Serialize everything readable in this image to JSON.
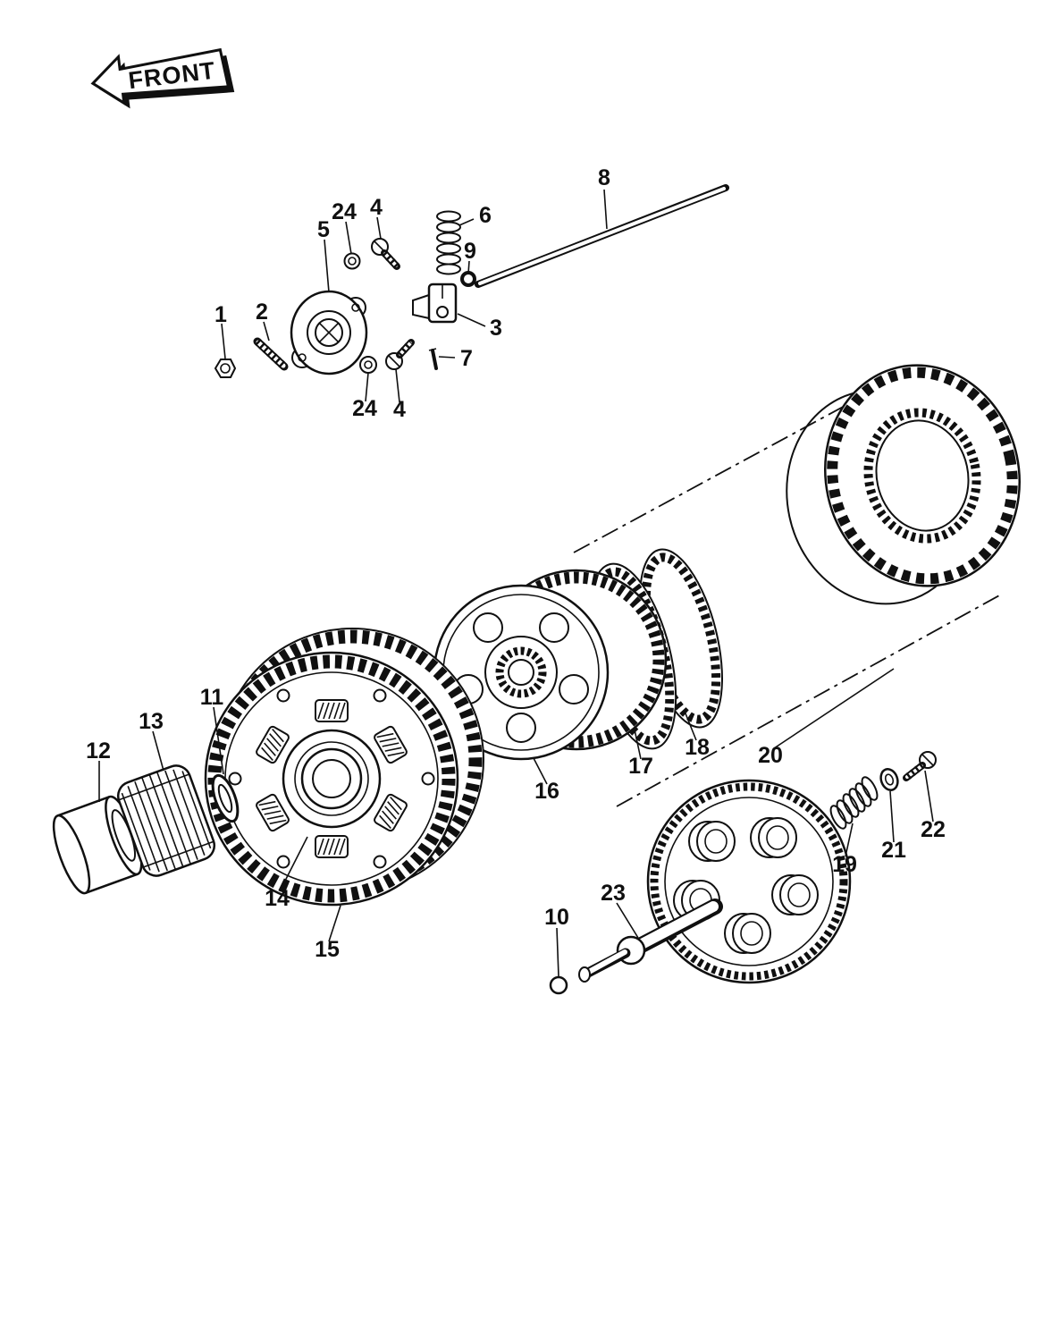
{
  "front_arrow": {
    "label": "FRONT"
  },
  "colors": {
    "ink": "#101010",
    "paper": "#ffffff"
  },
  "callouts": {
    "c1": "1",
    "c2": "2",
    "c5": "5",
    "c24a": "24",
    "c4a": "4",
    "c6": "6",
    "c9": "9",
    "c8": "8",
    "c3": "3",
    "c7": "7",
    "c24b": "24",
    "c4b": "4",
    "c11": "11",
    "c13": "13",
    "c12": "12",
    "c14": "14",
    "c15": "15",
    "c16": "16",
    "c17": "17",
    "c18": "18",
    "c20": "20",
    "c19": "19",
    "c21": "21",
    "c22": "22",
    "c23": "23",
    "c10": "10"
  }
}
